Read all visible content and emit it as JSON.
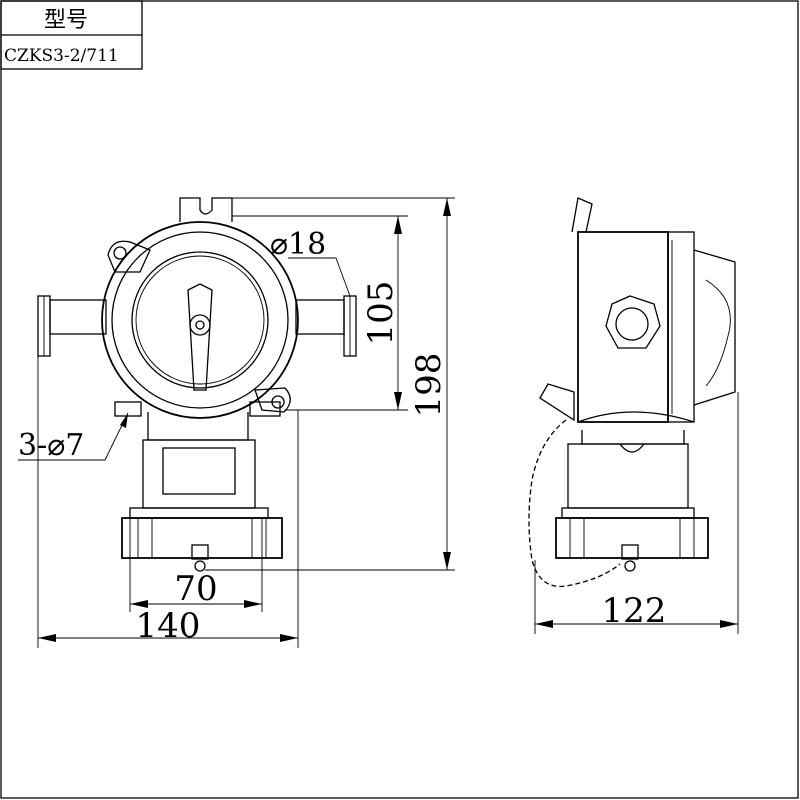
{
  "title_block": {
    "header": "型号",
    "model": "CZKS3-2/711"
  },
  "dimensions": {
    "hole": "3-⌀7",
    "conduit": "⌀18",
    "height_partial": "105",
    "height_total": "198",
    "mount_spacing": "70",
    "width_front": "140",
    "depth_side": "122"
  },
  "colors": {
    "line": "#000000",
    "background": "#ffffff"
  }
}
